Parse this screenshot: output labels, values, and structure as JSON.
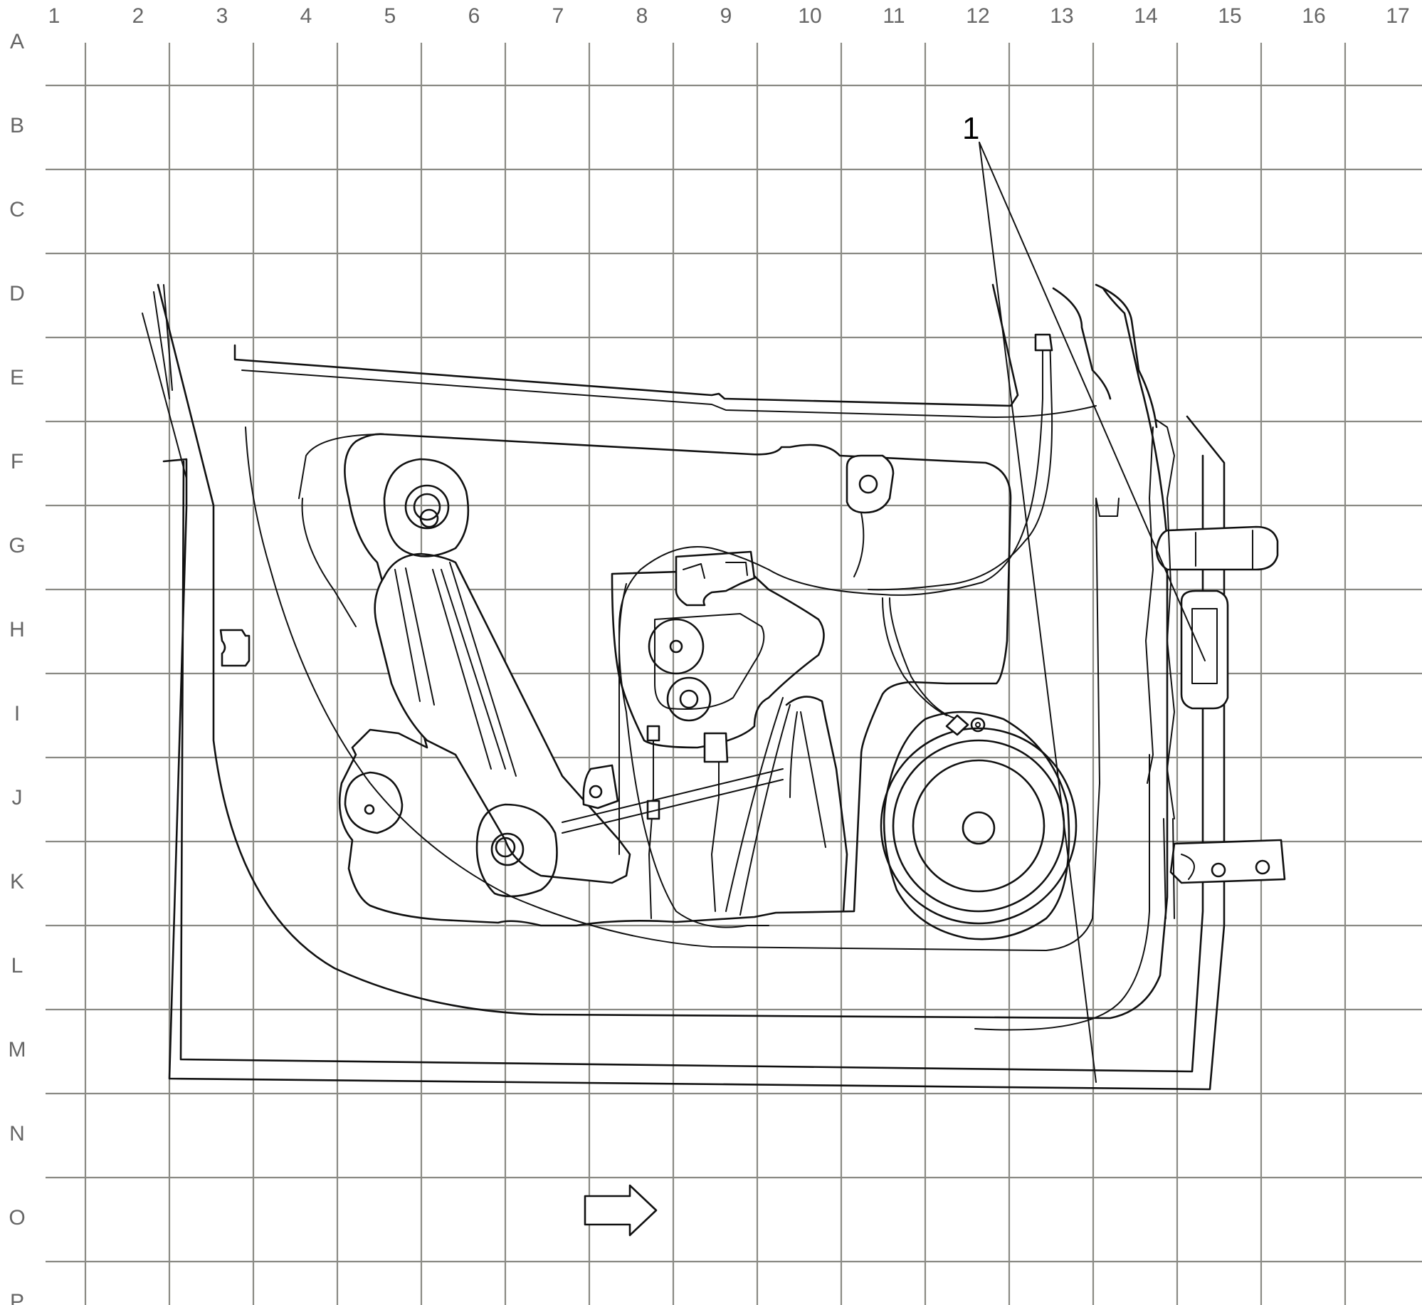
{
  "grid": {
    "columns": [
      "1",
      "2",
      "3",
      "4",
      "5",
      "6",
      "7",
      "8",
      "9",
      "10",
      "11",
      "12",
      "13",
      "14",
      "15",
      "16",
      "17"
    ],
    "rows": [
      "A",
      "B",
      "C",
      "D",
      "E",
      "F",
      "G",
      "H",
      "I",
      "J",
      "K",
      "L",
      "M",
      "N",
      "O",
      "P"
    ]
  },
  "callouts": [
    {
      "label": "1"
    }
  ],
  "icons": {
    "direction_arrow": "arrow-right-icon"
  },
  "colors": {
    "grid": "#8a8a84",
    "ink": "#111111",
    "label": "#666666"
  }
}
